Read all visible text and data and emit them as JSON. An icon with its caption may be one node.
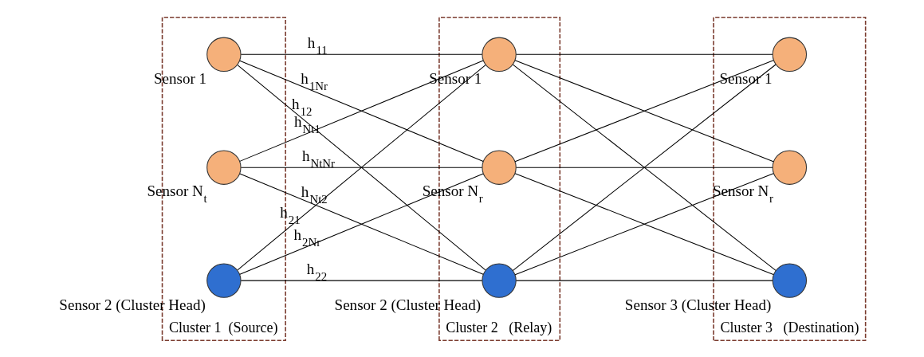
{
  "diagram": {
    "nodes": [
      {
        "text": [
          "Cluster 1  (Source)"
        ]
      },
      {
        "text": [],
        "shape": "circle",
        "in": 0,
        "beside": [
          "Sensor 1"
        ]
      },
      {
        "text": [],
        "shape": "circle",
        "in": 0,
        "beside": [
          "Sensor 2 (Cluster Head)"
        ]
      },
      {
        "text": [],
        "shape": "circle",
        "in": 0,
        "beside": [
          "Sensor N$_{t}$"
        ]
      },
      {
        "text": [
          "Cluster 2   (Relay)"
        ]
      },
      {
        "text": [],
        "shape": "circle",
        "in": 4,
        "beside": [
          "Sensor 1"
        ]
      },
      {
        "text": [],
        "shape": "circle",
        "in": 4,
        "beside": [
          "Sensor 2 (Cluster Head)"
        ]
      },
      {
        "text": [],
        "shape": "circle",
        "in": 4,
        "beside": [
          "Sensor N$_{r}$"
        ]
      },
      {
        "text": [
          "Cluster 3   (Destination)"
        ]
      },
      {
        "text": [],
        "shape": "circle",
        "in": 8,
        "beside": [
          "Sensor 1"
        ]
      },
      {
        "text": [],
        "shape": "circle",
        "in": 8,
        "beside": [
          "Sensor 3 (Cluster Head)"
        ]
      },
      {
        "text": [],
        "shape": "circle",
        "in": 8,
        "beside": [
          "Sensor N$_{r}$"
        ]
      }
    ],
    "edges": [
      {
        "from": 1,
        "to": 5,
        "arrow": "none",
        "label": "h$_{11}$"
      },
      {
        "from": 1,
        "to": 6,
        "arrow": "none",
        "label": "h$_{12}$"
      },
      {
        "from": 1,
        "to": 7,
        "arrow": "none",
        "label": "h$_{1Nr}$"
      },
      {
        "from": 2,
        "to": 5,
        "arrow": "none",
        "label": "h$_{21}$"
      },
      {
        "from": 2,
        "to": 6,
        "arrow": "none",
        "label": "h$_{22}$"
      },
      {
        "from": 2,
        "to": 7,
        "arrow": "none",
        "label": "h$_{2Nr}$"
      },
      {
        "from": 3,
        "to": 5,
        "arrow": "none",
        "label": "h$_{Nt1}$"
      },
      {
        "from": 3,
        "to": 6,
        "arrow": "none",
        "label": "h$_{Nt2}$"
      },
      {
        "from": 3,
        "to": 7,
        "arrow": "none",
        "label": "h$_{NtNr}$"
      },
      {
        "from": 5,
        "to": 9,
        "arrow": "none"
      },
      {
        "from": 5,
        "to": 10,
        "arrow": "none"
      },
      {
        "from": 5,
        "to": 11,
        "arrow": "none"
      },
      {
        "from": 6,
        "to": 9,
        "arrow": "none"
      },
      {
        "from": 6,
        "to": 10,
        "arrow": "none"
      },
      {
        "from": 6,
        "to": 11,
        "arrow": "none"
      },
      {
        "from": 7,
        "to": 9,
        "arrow": "none"
      },
      {
        "from": 7,
        "to": 10,
        "arrow": "none"
      },
      {
        "from": 7,
        "to": 11,
        "arrow": "none"
      }
    ]
  }
}
